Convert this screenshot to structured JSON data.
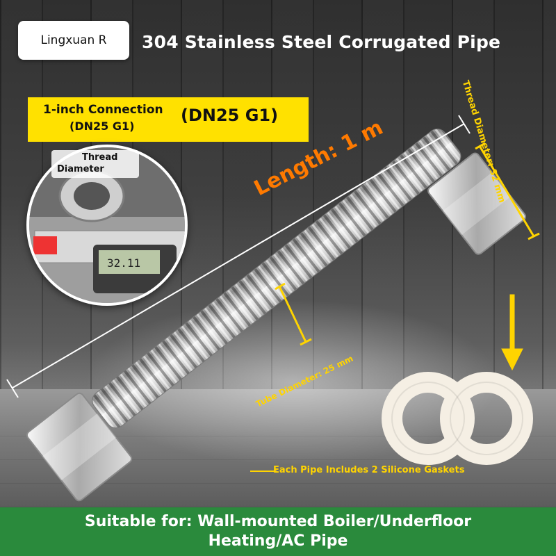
{
  "brand": {
    "name": "Lingxuan R"
  },
  "header": {
    "title": "304 Stainless Steel Corrugated Pipe"
  },
  "connection": {
    "line1": "1-inch Connection",
    "line2": "(DN25 G1)",
    "big": "(DN25 G1)"
  },
  "inset": {
    "label_line1": "Thread",
    "label_line2": "Diameter",
    "caliper_reading": "32.11"
  },
  "dimensions": {
    "length": "Length: 1 m",
    "thread_diameter": "Thread Diameter: 32 mm",
    "tube_diameter": "Tube Diameter: 25 mm"
  },
  "gaskets": {
    "note": "Each Pipe Includes 2 Silicone Gaskets"
  },
  "footer": {
    "line1": "Suitable for: Wall-mounted Boiler/Underfloor",
    "line2": "Heating/AC Pipe"
  },
  "colors": {
    "accent_yellow": "#ffe100",
    "dimension_yellow": "#ffd400",
    "length_orange": "#ff7a00",
    "footer_green": "#2a8a3c"
  }
}
